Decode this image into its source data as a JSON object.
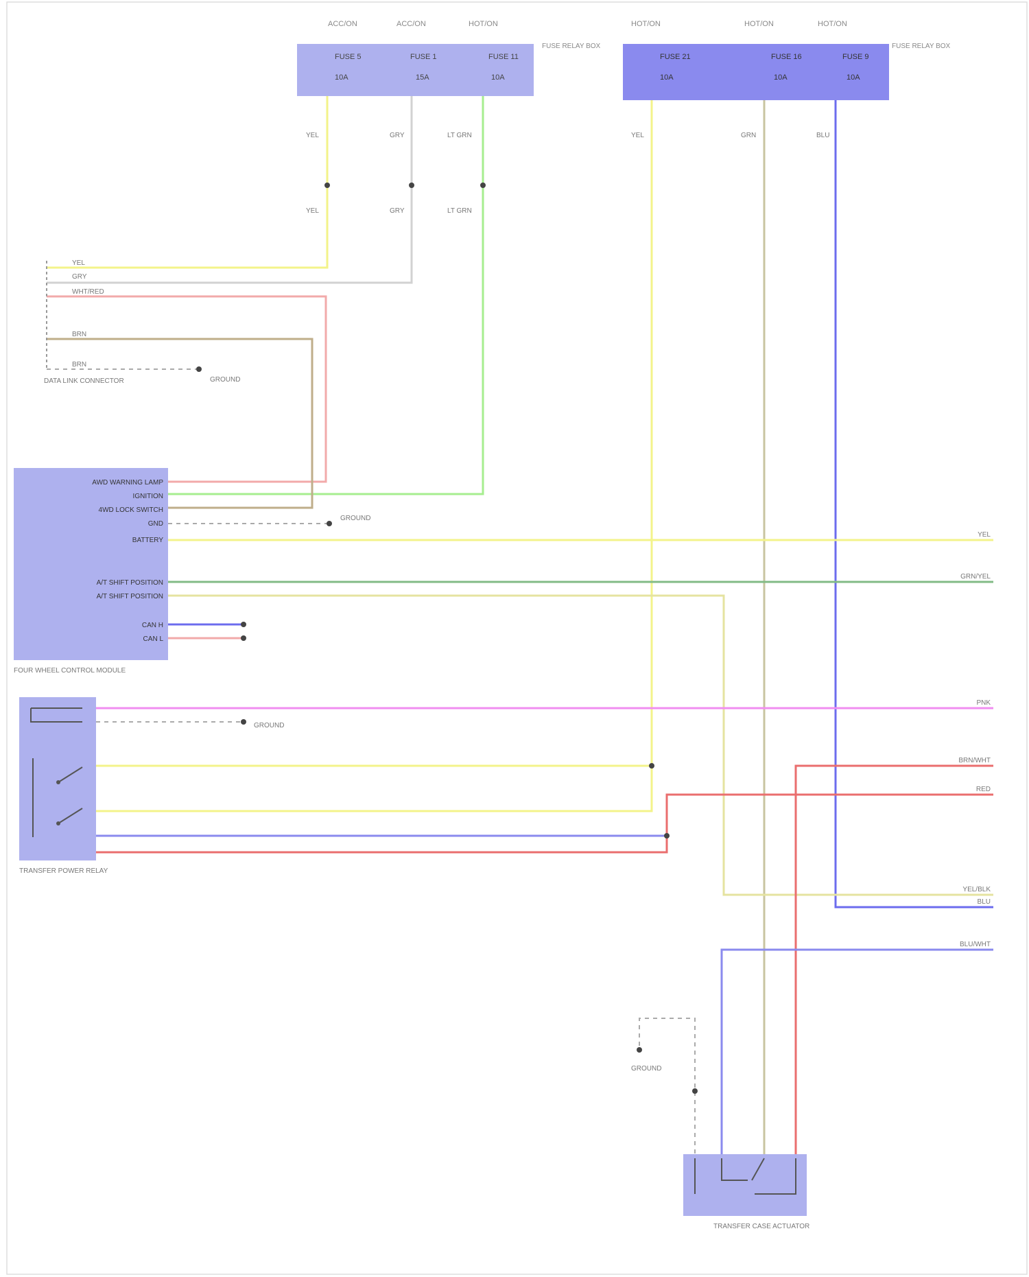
{
  "diagram": {
    "fuse_box_1": {
      "label": "FUSE RELAY BOX",
      "slots": [
        {
          "header": "ACC/ON",
          "fuse": "FUSE 5",
          "rating": "10A",
          "wire": "YEL"
        },
        {
          "header": "ACC/ON",
          "fuse": "FUSE 1",
          "rating": "15A",
          "wire": "GRY"
        },
        {
          "header": "HOT/ON",
          "fuse": "FUSE 11",
          "rating": "10A",
          "wire": "LT GRN"
        }
      ]
    },
    "fuse_box_2": {
      "label": "FUSE RELAY BOX",
      "slots": [
        {
          "header": "HOT/ON",
          "fuse": "FUSE 21",
          "rating": "10A",
          "wire": "YEL"
        },
        {
          "header": "HOT/ON",
          "fuse": "FUSE 16",
          "rating": "10A",
          "wire": "GRN"
        },
        {
          "header": "HOT/ON",
          "fuse": "FUSE 9",
          "rating": "10A",
          "wire": "BLU"
        }
      ]
    },
    "dlc": {
      "label": "DATA LINK CONNECTOR",
      "wires": [
        "YEL",
        "GRY",
        "WHT/RED",
        "BRN",
        "BRN"
      ],
      "ground_label": "GROUND"
    },
    "module": {
      "label": "FOUR WHEEL CONTROL MODULE",
      "pins": [
        "AWD WARNING LAMP",
        "IGNITION",
        "4WD LOCK SWITCH",
        "GND",
        "BATTERY",
        "A/T SHIFT POSITION",
        "A/T SHIFT POSITION",
        "CAN H",
        "CAN L"
      ],
      "ground_label": "GROUND"
    },
    "relay": {
      "label": "TRANSFER POWER RELAY",
      "ground_label": "GROUND"
    },
    "actuator": {
      "label": "TRANSFER CASE ACTUATOR",
      "ground_label": "GROUND"
    },
    "right_labels": [
      "YEL",
      "GRN/YEL",
      "PNK",
      "BRN/WHT",
      "RED",
      "YEL/BLK",
      "BLU",
      "BLU/WHT"
    ],
    "wire_colors": {
      "yellow": "#f3f38a",
      "gray": "#d2d2d2",
      "lt_green": "#a6ee8f",
      "green": "#82bb86",
      "blue": "#6c6cee",
      "pink": "#f2aaaa",
      "magenta": "#f08ef0",
      "red": "#ea6e6e",
      "tan": "#c8c4a0",
      "brown": "#bfae8a",
      "component_fill": "#aeb1ee",
      "component_fill_dark": "#8a8aee"
    }
  }
}
